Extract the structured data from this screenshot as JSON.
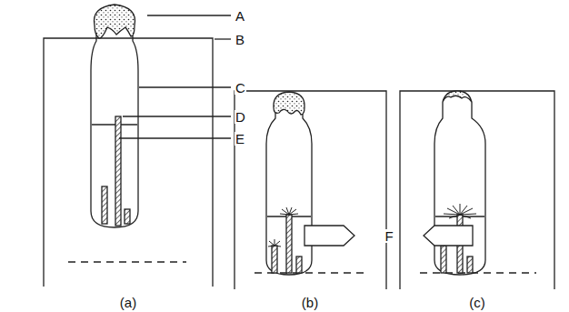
{
  "diagram": {
    "labels": [
      "A",
      "B",
      "C",
      "D",
      "E",
      "F",
      "(a)",
      "(b)",
      "(c)"
    ]
  }
}
